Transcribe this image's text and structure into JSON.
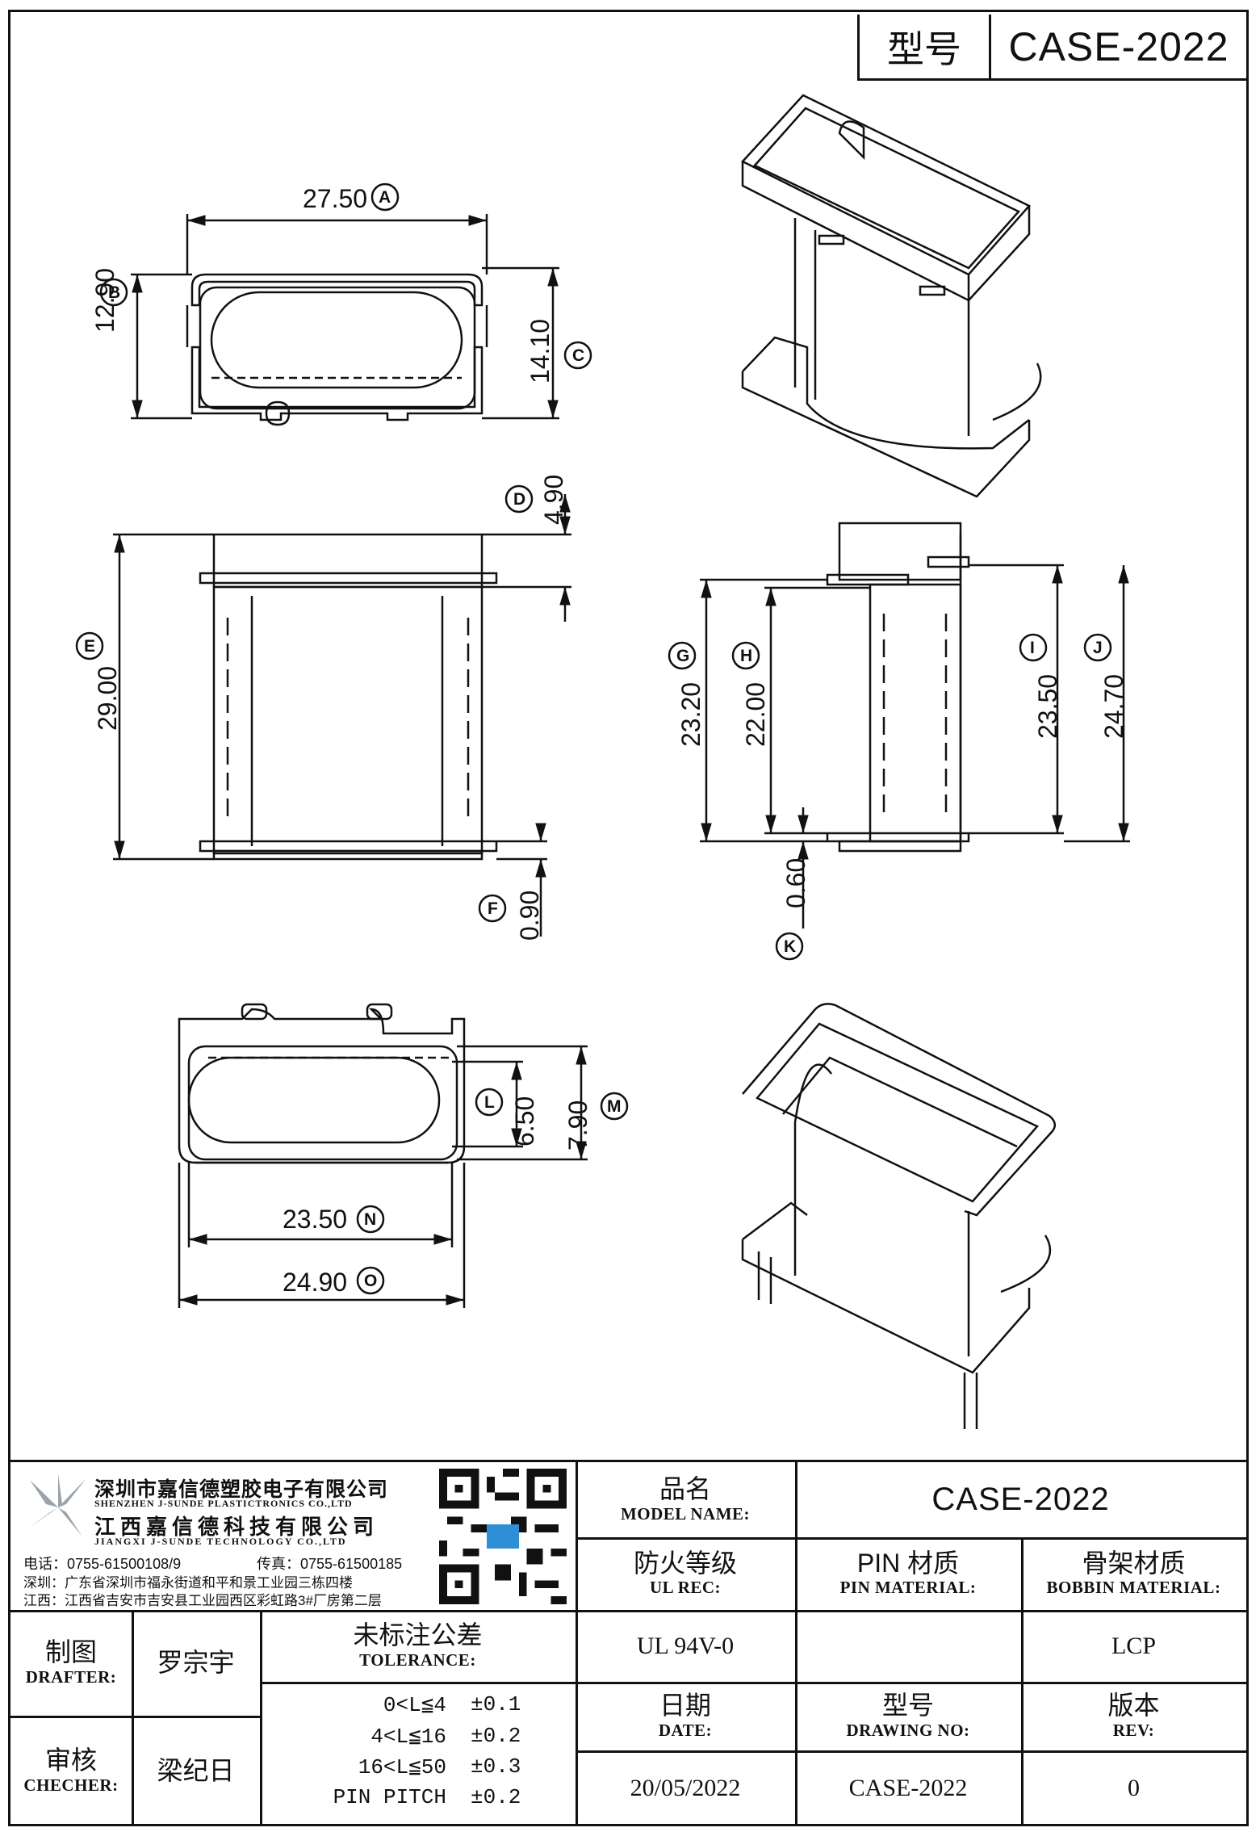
{
  "header": {
    "model_label": "型号",
    "model_value": "CASE-2022"
  },
  "dimensions": {
    "A": "27.50",
    "B": "12.90",
    "C": "14.10",
    "D": "4.90",
    "E": "29.00",
    "F": "0.90",
    "G": "23.20",
    "H": "22.00",
    "I": "23.50",
    "J": "24.70",
    "K": "0.60",
    "L": "6.50",
    "M": "7.90",
    "N": "23.50",
    "O": "24.90"
  },
  "company": {
    "name_sz": "深圳市嘉信德塑胶电子有限公司",
    "name_sz_en": "SHENZHEN J-SUNDE PLASTICTRONICS CO.,LTD",
    "name_jx": "江西嘉信德科技有限公司",
    "name_jx_en": "JIANGXI J-SUNDE TECHNOLOGY CO.,LTD",
    "phone": "电话：0755-61500108/9",
    "fax": "传真：0755-61500185",
    "addr_sz": "深圳：广东省深圳市福永街道和平和景工业园三栋四楼",
    "addr_jx": "江西：江西省吉安市吉安县工业园西区彩虹路3#厂房第二层"
  },
  "titleblock": {
    "model_name_zh": "品名",
    "model_name_en": "MODEL NAME:",
    "model_name_value": "CASE-2022",
    "ul_zh": "防火等级",
    "ul_en": "UL REC:",
    "ul_value": "UL 94V-0",
    "pin_zh": "PIN 材质",
    "pin_en": "PIN MATERIAL:",
    "pin_value": "",
    "bobbin_zh": "骨架材质",
    "bobbin_en": "BOBBIN MATERIAL:",
    "bobbin_value": "LCP",
    "drafter_zh": "制图",
    "drafter_en": "DRAFTER:",
    "drafter_value": "罗宗宇",
    "checker_zh": "审核",
    "checker_en": "CHECHER:",
    "checker_value": "梁纪日",
    "tol_zh": "未标注公差",
    "tol_en": "TOLERANCE:",
    "tolerances": [
      {
        "range": "0<L≦4",
        "value": "±0.1"
      },
      {
        "range": "4<L≦16",
        "value": "±0.2"
      },
      {
        "range": "16<L≦50",
        "value": "±0.3"
      },
      {
        "range": "PIN PITCH",
        "value": "±0.2"
      }
    ],
    "date_zh": "日期",
    "date_en": "DATE:",
    "date_value": "20/05/2022",
    "drawing_zh": "型号",
    "drawing_en": "DRAWING NO:",
    "drawing_value": "CASE-2022",
    "rev_zh": "版本",
    "rev_en": "REV:",
    "rev_value": "0"
  }
}
